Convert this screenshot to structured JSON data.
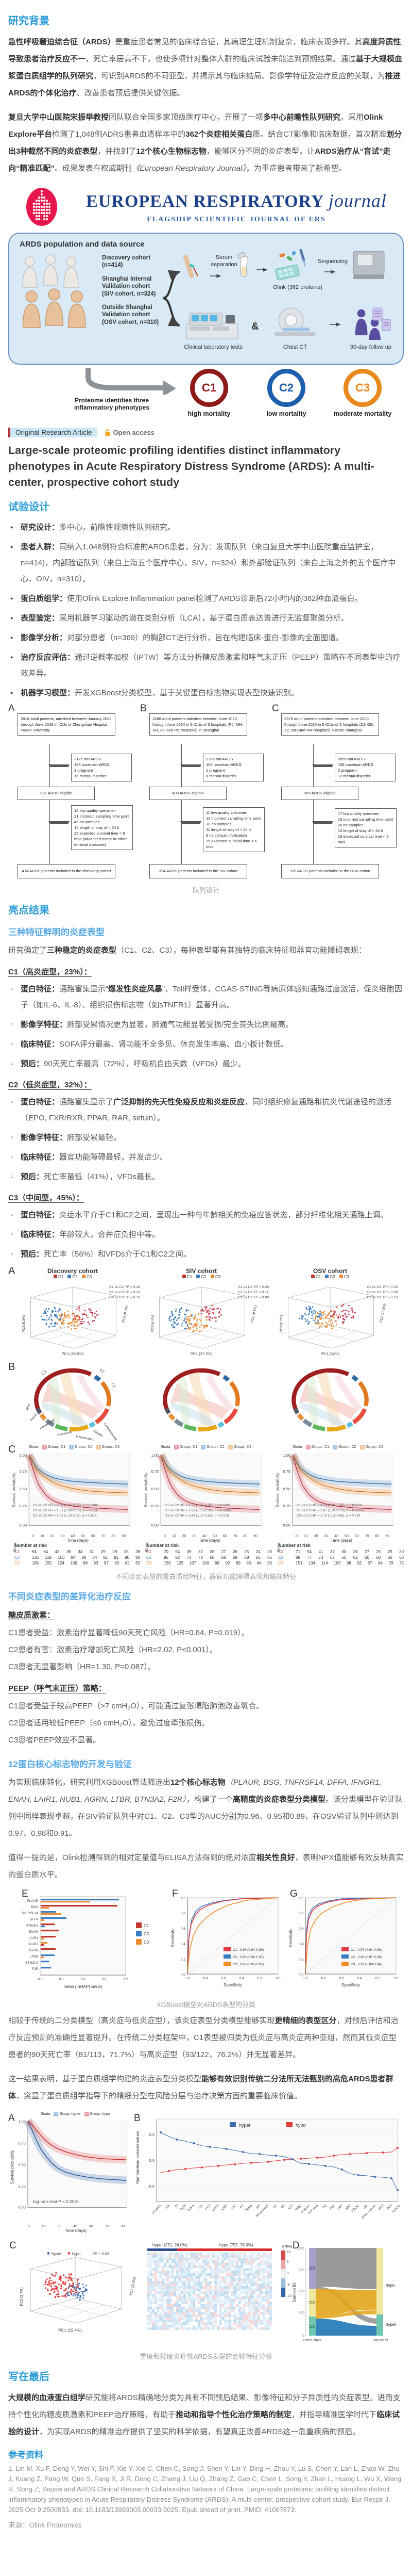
{
  "background": {
    "heading": "研究背景",
    "p1": {
      "s0": "急性呼吸窘迫综合征（ARDS）",
      "s1": "是重症患者常见的临床综合征，其病理生理机制复杂，临床表现多样。其",
      "s2": "高度异质性导致患者治疗反应不一",
      "s3": "，死亡率居高不下，也使多项针对整体人群的临床试验未能达到预期结果。通过",
      "s4": "基于大规模血浆蛋白质组学的队列研究",
      "s5": "，可识别ARDS的不同亚型，并揭示其与临床结局、影像学特征及治疗反应的关联，为",
      "s6": "推进ARDS的个体化治疗",
      "s7": "、改善患者预后提供关键依据。"
    },
    "p2": {
      "s0": "复旦大学中山医院宋振举教授",
      "s1": "团队联合全国多家顶级医疗中心，开展了一项",
      "s2": "多中心前瞻性队列研究",
      "s3": "，采用",
      "s4": "Olink Explore平台",
      "s5": "检测了1,048例ADRS患者血清样本中的",
      "s6": "362个炎症相关蛋白",
      "s7": "质。结合CT影像和临床数据，首次精准",
      "s8": "划分出3种截然不同的炎症表型",
      "s9": "，并找到了",
      "s10": "12个核心生物标志物",
      "s11": "，能够区分不同的炎症表型，让",
      "s12": "ARDS治疗从“盲试”走向“精准匹配”",
      "s13": "。成果发表在权威期刊",
      "s14": "《European Respiratory Journal》",
      "s15": "，为重症患者带来了新希望。"
    }
  },
  "banner": {
    "title_main": "EUROPEAN RESPIRATORY",
    "title_italic": "journal",
    "subtitle": "FLAGSHIP SCIENTIFIC JOURNAL OF ERS"
  },
  "ga": {
    "title": "ARDS population and data source",
    "cohort1": "Discovery cohort\n(n=414)",
    "cohort2": "Shanghai Internal\nValidation cohort\n(SIV cohort, n=324)",
    "cohort3": "Outside Shanghai\nValidation cohort\n(OSV cohort, n=310)",
    "serum": "Serum\nseparation",
    "olink": "Olink (362 proteins)",
    "sequencing": "Sequencing",
    "lab": "Clinical laboratory tests",
    "amp": "&",
    "ct": "Chest CT",
    "follow": "90-day follow up",
    "proteome": "Proteome identifies three\ninflammatory phenotypes",
    "c1": "C1",
    "c1_label": "high mortality",
    "c2": "C2",
    "c2_label": "low mortality",
    "c3": "C3",
    "c3_label": "moderate mortality"
  },
  "article": {
    "badge": "Original Research Article",
    "open_access": "Open access",
    "title": "Large-scale proteomic profiling identifies distinct inflammatory phenotypes in Acute Respiratory Distress Syndrome (ARDS): A multi-center, prospective cohort study"
  },
  "design": {
    "heading": "试验设计",
    "items": [
      {
        "label": "研究设计：",
        "text": "多中心，前瞻性观察性队列研究。"
      },
      {
        "label": "患者人群：",
        "text": "同纳入1,048例符合标准的ARDS患者，分为：发现队列（来自复旦大学中山医院重症监护室，n=414)，内部验证队列（来自上海五个医疗中心，SIV，n=324）和外部验证队列（来自上海之外的五个医疗中心，OIV，n=310）。"
      },
      {
        "label": "蛋白质组学：",
        "text": "使用Olink Explore Inflammation panel检测了ARDS诊断后72小时内的362种血清蛋白。"
      },
      {
        "label": "表型鉴定：",
        "text": "采用机器学习驱动的潜在类别分析（LCA），基于蛋白质表达谱进行无监督聚类分析。"
      },
      {
        "label": "影像学分析：",
        "text": "对部分患者（n=369）的胸部CT进行分析，旨在构建临床-蛋白-影像的全面图谱。"
      },
      {
        "label": "治疗反应评估：",
        "text": "通过逆概率加权（IPTW）等方法分析糖皮质激素和呼气末正压（PEEP）策略在不同表型中的疗效差异。"
      },
      {
        "label": "机器学习模型：",
        "text": "开发XGBoost分类模型，基于关键蛋白标志物实现表型快速识别。"
      }
    ]
  },
  "fig1": {
    "caption": "队列设计",
    "cols": [
      {
        "panel": "A",
        "top": "3916 adult patients, admitted between January 2022 through June 2023 in ICUs of Zhongshan Hospital, Fudan University",
        "excl1": "3171 not ARDS\n196 uncertain ARDS\n3 pregnant\n15 mental disorder",
        "mid": "531 ARDS eligible",
        "excl2": "12 low quality specimen\n21 incorrect sampling time point\n45 no samples\n14 length of stay of < 24 h\n25 expected survival time < 6 mos (advanced tumor or other terminal diseases)",
        "bottom": "414 ARDS patients included in the discovery cohort"
      },
      {
        "panel": "B",
        "top": "3288 adult patients admitted between June 2023 through June 2024 in 6 ICUs of 5 hospitals (RJ, MH, SH, XH and PD hospitals) in Shanghai",
        "excl1": "2766 not ARDS\n105 uncertain ARDS\n1 pregnant\n8 mental disorder",
        "mid": "408 ARDS eligible",
        "excl2": "11 low quality specimen\n12 incorrect sampling time point\n30 no samples\n11 length of stay of < 24 h\n5 no clinical information\n15 expected survival time < 6 mos",
        "bottom": "324 ARDS patients included in the SIV cohort"
      },
      {
        "panel": "C",
        "top": "3376 adult patients admitted between June 2023 through June 2024 in 5 ICUs of 5 hospitals (ZJ, GD, ZZ, WH and RM hospitals) outside Shanghai",
        "excl1": "2855 not ARDS\n108 uncertain ARDS\n2 pregnant\n12 mental disorder",
        "mid": "399 ARDS eligible",
        "excl2": "17 low quality specimen\n15 incorrect sampling time point\n26 no samples\n15 length of stay of < 24 h\n16 expected survival time < 6 mos",
        "bottom": "310 ARDS patients included in the OSV cohort"
      }
    ]
  },
  "results": {
    "heading": "亮点结果",
    "sub1": "三种特征鲜明的炎症表型",
    "intro": {
      "s0": "研究确定了",
      "s1": "三种稳定的炎症表型",
      "s2": "（C1、C2、C3），每种表型都有其独特的临床特征和器官功能障碍表现："
    },
    "c1": {
      "title": "C1（高炎症型，23%）：",
      "b1l": "蛋白特征：",
      "b1a": "通路富集显示“",
      "b1b": "爆发性炎症风暴",
      "b1c": "”，Toll样受体，CGAS-STING等病原体感知通路过度激活，促炎细胞因子（如IL-6、IL-8）、组织损伤标志物（如sTNFR1）显著升高。",
      "b2l": "影像学特征：",
      "b2": "肺部受累情况更为显著，肺通气功能显著受损/完全丧失比例最高。",
      "b3l": "临床特征：",
      "b3": "SOFA评分最高、肾功能不全多见、休克发生率高、血小板计数低。",
      "b4l": "预后：",
      "b4": "90天死亡率最高（72%），呼吸机自由天数（VFDs）最少。"
    },
    "c2": {
      "title": "C2（低炎症型，32%）：",
      "b1l": "蛋白特征：",
      "b1a": "通路富集显示了",
      "b1b": "广泛抑制的先天性免疫反应和炎症反应",
      "b1c": "，同时组织修复通路和抗炎代谢途径的激活（EPO, FXR/RXR, PPAR, RAR, sirtuin）。",
      "b2l": "影像学特征：",
      "b2": "肺部受累最轻。",
      "b3l": "临床特征：",
      "b3": "器官功能障碍最轻，并发症少。",
      "b4l": "预后：",
      "b4": "死亡率最低（41%），VFDs最长。"
    },
    "c3": {
      "title": "C3（中间型，45%）：",
      "b1l": "蛋白特征：",
      "b1": "炎症水平介于C1和C2之间，呈现出一种与年龄相关的免疫应答状态，部分纤维化相关通路上调。",
      "b2l": "临床特征：",
      "b2": "年龄较大，合并症负担中等。",
      "b3l": "预后：",
      "b3": "死亡率（56%）和VFDs介于C1和C2之间。"
    }
  },
  "fig2": {
    "caption": "不同炎症表型的蛋白质组特征，器官功能障碍表现和临床特征",
    "panelA": "A",
    "panelB": "B",
    "panelC": "C",
    "legend": [
      "C1",
      "C2",
      "C3"
    ],
    "pca": [
      {
        "title": "Discovery cohort",
        "r2": "C1 vs C2: R² = 0.28\nC1 vs C3: R² = 0.10\nC2 vs C3: R² = 0.10",
        "pc1": "PC1 (25.6%)",
        "pc2": "PC2 (9.9%)",
        "pc3": "PC3 (5.3%)"
      },
      {
        "title": "SIV cohort",
        "r2": "C1 vs C2: R² = 0.29\nC1 vs C3: R² = 0.11\nC2 vs C3: R² = 0.09",
        "pc1": "PC1 (27.2%)",
        "pc2": "PC2 (9.1%)",
        "pc3": "PC3 (6.1%)"
      },
      {
        "title": "OSV cohort",
        "r2": "C1 vs C2: R² = 0.29\nC1 vs C3: R² = 0.09\nC2 vs C3: R² = 0.10",
        "pc1": "PC1 (24%)",
        "pc2": "PC2 (10.5%)",
        "pc3": "PC3 (6.2%)"
      }
    ],
    "chord_labels": {
      "c1": "C1",
      "c2": "C2",
      "c3": "C3",
      "l1": "Other",
      "l2": "Renal",
      "l3": "Hematologic",
      "l4": "Pulmonary",
      "l5": "Inflammatory",
      "l6": "Hepatic",
      "l7": "Cardiovascular"
    },
    "km": {
      "strata": "Strata",
      "g1": "Group= C1",
      "g2": "Group= C2",
      "g3": "Group= C3",
      "ylabel": "Survival probability",
      "xlabel": "Time (days)",
      "yticks": [
        "1.00",
        "0.75",
        "0.50",
        "0.25",
        "0.00"
      ],
      "xticks": "0 10 20 30 40 50 60 70 80 90",
      "risk_title": "Number at risk",
      "cohorts": [
        {
          "hr": "C1 vs C2    HR = 2.60 (1.82-3.71), p < 0.0001\nC1 vs C3    HR = 1.51 (1.09-2.10), p = 0.013\nC3 vs C2    HR = 1.52 (1.10-2.11), p = 0.012",
          "r1": "94 64 43 35 34 31 29 29 28 26",
          "r2": "135 119 103 94 88 84 81 81 80 80",
          "r3": "185 155 124 109 98 93 87 83 82 82"
        },
        {
          "hr": "C1 vs C2    HR = 2.77 (1.75-4.38), p < 0.0001\nC1 vs C3    HR = 1.66 (1.15-2.39), p = 0.0066\nC3 vs C2    HR = 1.68 (1.10-2.56), p = 0.016",
          "r1": "70 54 39 32 28 27 26 25 24 23",
          "r2": "95 82 73 70 68 68 68 68 66 65",
          "r3": "159 129 107 100 98 92 89 86 84 83"
        },
        {
          "hr": "C1 vs C2    HR = 3.19 (2.01-5.06), p < 0.0001\nC1 vs C3    HR = 1.87 (1.31-2.67), p = 0.00056\nC3 vs C2    HR = 1.72 (1.11-2.65), p = 0.014",
          "r1": "71 54 41 32 30 28 27 25 25 20",
          "r2": "88 77 73 67 65 62 60 60 60 60",
          "r3": "151 134 114 105 98 92 87 84 78 75"
        }
      ]
    }
  },
  "treatment": {
    "sub": "不同炎症表型的差异化治疗反应",
    "gc_label": "糖皮质激素：",
    "gc1": "C1患者受益：激素治疗显著降低90天死亡风险（HR=0.64, P=0.019）。",
    "gc2": "C2患者有害：激素治疗增加死亡风险（HR=2.02, P<0.001）。",
    "gc3": "C3患者无显著影响（HR=1.30, P=0.087）。",
    "peep_label": "PEEP（呼气末正压）策略：",
    "p1": "C1患者受益于较高PEEP（>7 cmH₂O），可能通过复张塌陷肺泡改善氧合。",
    "p2": "C2患者适用较低PEEP（≤6 cmH₂O），避免过度牵张损伤。",
    "p3": "C3患者PEEP效应不显著。"
  },
  "biomarker": {
    "sub": "12蛋白核心标志物的开发与验证",
    "p1": {
      "s0": "为实现临床转化，研究利用XGBoost算法筛选出",
      "s1": "12个核心标志物",
      "s2": "（PLAUR, BSG, TNFRSF14, DFFA, IFNGR1, ENAH, LAIR1, NUB1, AGRN, LTBR, BTN3A2, F2R）",
      "s3": "，构建了一个",
      "s4": "高精度的炎症表型分类模型",
      "s5": "。该分类模型在验证队列中同样表现卓越，在SIV验证队列中对C1、C2、C3型的AUC分别为0.96、0.95和0.89，在OSV验证队列中则达到0.97、0.98和0.91。"
    },
    "p2": {
      "s0": "值得一提的是，Olink检测得到的相对定量值与ELISA方法得到的绝对浓度",
      "s1": "相关性良好",
      "s2": "，表明NPX值能够有效反映真实的蛋白质水平。"
    }
  },
  "fig3": {
    "caption": "XGBoost模型对ARDS表型的分类",
    "panelE": "E",
    "panelF": "F",
    "panelG": "G",
    "e": {
      "proteins": [
        "PLAUR",
        "BSG",
        "TNFRSF14",
        "DFFA",
        "IFNGR1",
        "ENAH",
        "LAIR1",
        "NUB1",
        "AGRN",
        "LTBR",
        "BTN3A2",
        "F2R"
      ],
      "xlabel": "mean (|SHAP| value)",
      "xticks": "0.0 0.3 0.6 0.9 1.2",
      "legend": [
        "C1",
        "C2",
        "C3"
      ]
    },
    "roc": {
      "ylabel": "Sensitivity",
      "xlabel": "Specificity",
      "yticks": [
        "1.0",
        "0.8",
        "0.6",
        "0.4",
        "0.2",
        "0.0"
      ],
      "xticks": "1.0 0.8 0.6 0.4 0.2 0.0",
      "f_legend": [
        "C1 , 0.96 (0.94-0.99)",
        "C2 , 0.95 (0.92-0.97)",
        "C3 , 0.89 (0.85-0.93)"
      ],
      "g_legend": [
        "C1 , 0.97 (0.94-0.99)",
        "C2 , 0.98 (0.97-0.99)",
        "C3 , 0.91 (0.88-0.94)"
      ]
    }
  },
  "discussion": {
    "p1": {
      "s0": "相较于传统的二分类模型（高炎症与低炎症型），该炎症表型分类模型能够实现",
      "s1": "更精细的表型区分",
      "s2": "，对预后评估和治疗反应预测的准确性显著提升。在传统二分类框架中，C1表型被归类为低炎症与高炎症两种亚组，然而其低炎症型患者的90天死亡率（81/113，71.7%）与高炎症型（93/122，76.2%）并无显著差异。"
    },
    "p2": {
      "s0": "这一结果表明，基于蛋白质组学构建的炎症表型分类模型",
      "s1": "能够有效识别传统二分法所无法甄别的高危ARDS患者群体",
      "s2": "，突显了蛋白质组学指导下的精细分型在风险分层与治疗决策方面的重要临床价值。"
    }
  },
  "fig4": {
    "caption": "重度和轻度炎症性ARDS表型的比较特征分析",
    "panelA": "A",
    "panelB": "B",
    "panelC": "C",
    "panelD": "D",
    "a": {
      "strata": "Strata",
      "g1": "Group=hyper",
      "g2": "Group=hypo",
      "note": "log-rank test P < 0.0001",
      "ylabel": "Survival probability",
      "xlabel": "Time (days)",
      "yticks": [
        "1.00",
        "0.75",
        "0.50",
        "0.25",
        "0.00"
      ],
      "xticks": "0 15 30 45 60 75 90"
    },
    "b": {
      "leg1": "hyper",
      "leg2": "hypo",
      "ylabel": "Standardised variable values",
      "yticks": [
        "0.5",
        "0.0",
        "-0.5"
      ],
      "cats": [
        "sTNFR1",
        "IL8",
        "Cl",
        "BUN",
        "SOFA",
        "IL6",
        "PCT",
        "APTT",
        "CRP",
        "Lac",
        "PT",
        "Temp",
        "HR",
        "NT-proBNP",
        "CK",
        "RR",
        "AST",
        "WBC",
        "D-dimer",
        "P/F ratio",
        "Fg",
        "Age",
        "DBP",
        "SBP",
        "PROC",
        "Alb",
        "Urine volume",
        "HCT",
        "PLT",
        "HCO3-"
      ]
    },
    "c": {
      "leg1": "hyper",
      "leg2": "hypo",
      "r2": "R² = 0.03",
      "pc1": "PC1 (15.4%)",
      "pc2": "PC2 (9.6%)",
      "pc3": "PC3 (5.7%)",
      "h1": "hyper (251, 24.0%)",
      "h2": "hypo (797, 76.0%)",
      "scale": "group",
      "sticks": [
        "10",
        "5",
        "0",
        "-5",
        "-10"
      ]
    },
    "d": {
      "ylabel": "Sample ID",
      "yticks": [
        "1000",
        "750",
        "500",
        "250",
        "0"
      ],
      "c1": "C1",
      "c2": "C2",
      "c3": "C3",
      "hyper": "hyper",
      "hypo": "hypo",
      "x1": "Three-class",
      "x2": "Two-class"
    }
  },
  "conclusion": {
    "heading": "写在最后",
    "p": {
      "s0": "大规模的血液蛋白组学",
      "s1": "研究能将ARDS精确地分类为具有不同预后结果、影像特征和分子异质性的炎症表型。进而支持个性化的糖皮质激素和PEEP治疗策略，有助于",
      "s2": "推动和指导个性化治疗策略的制定",
      "s3": "，并指导精准医学时代下",
      "s4": "临床试验的设计",
      "s5": "，为实现ARDS的精准治疗提供了坚实的科学依据，有望真正改善ARDS这一危重疾病的预后。"
    }
  },
  "references": {
    "heading": "参考资料",
    "ref1": "1. Lin M, Xu F, Deng Y, Wei Y, Shi F, Xie Y, Xie C, Chen C, Song J, Shen Y, Lin Y, Ding H, Zhou Y, Lu S, Chen Y, Lan L, Zhao W, Zhu J, Kuang Z, Pang W, Que S, Fang X, Ji R, Dong C, Zhang J, Liu Q, Zhang Z, Gao C, Chen L, Song Y, Zhan L, Huang L, Wu X, Wang R, Song Z; Sepsis and ARDS Clinical Research Collaborative Network of China. Large-scale proteomic profiling identifies distinct inflammatory phenotypes in Acute Respiratory Distress Syndrome (ARDS): A multi-center, prospective cohort study. Eur Respir J. 2025 Oct 9:2500933. doi: 10.1183/13993003.00933-2025. Epub ahead of print. PMID: 41067873.",
    "source": "来源：Olink Proteomics"
  },
  "colors": {
    "c1": "#c0392b",
    "c2": "#3b7dbf",
    "c3": "#ec8b33",
    "heading_blue": "#2a9bd7",
    "erj_red": "#e8174b",
    "erj_blue": "#1d4289"
  }
}
